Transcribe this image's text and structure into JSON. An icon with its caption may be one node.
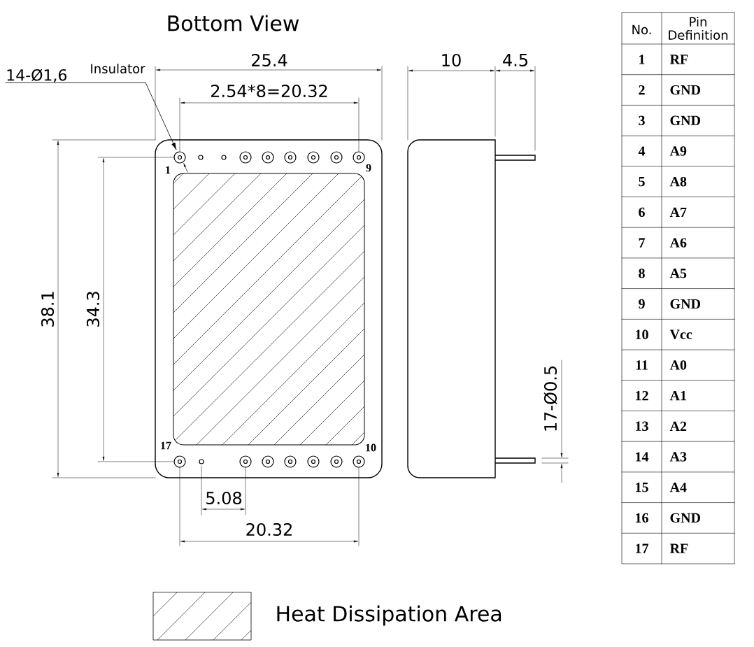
{
  "diagram": {
    "title": "Bottom View",
    "nodes": [
      {
        "text": [
          "14-Ø1,6"
        ]
      },
      {
        "text": [],
        "shape": "circle"
      }
    ],
    "edges": [
      {
        "from": 0,
        "to": 1,
        "arrow": "to"
      }
    ],
    "labels": [
      "Insulator",
      "25.4",
      "2.54*8=20.32",
      "38.1",
      "34.3",
      "1",
      "9",
      "17",
      "10",
      "5.08",
      "20.32",
      "10",
      "4.5",
      "17-Ø0.5",
      "No.",
      "Pin Definition",
      "1",
      "RF",
      "2",
      "GND",
      "3",
      "GND",
      "4",
      "A9",
      "5",
      "A8",
      "6",
      "A7",
      "7",
      "A6",
      "8",
      "A5",
      "9",
      "GND",
      "10",
      "Vcc",
      "11",
      "A0",
      "12",
      "A1",
      "13",
      "A2",
      "14",
      "A3",
      "15",
      "A4",
      "16",
      "GND",
      "17",
      "RF"
    ],
    "legend": [
      {
        "text": "Heat Dissipation Area"
      }
    ]
  }
}
